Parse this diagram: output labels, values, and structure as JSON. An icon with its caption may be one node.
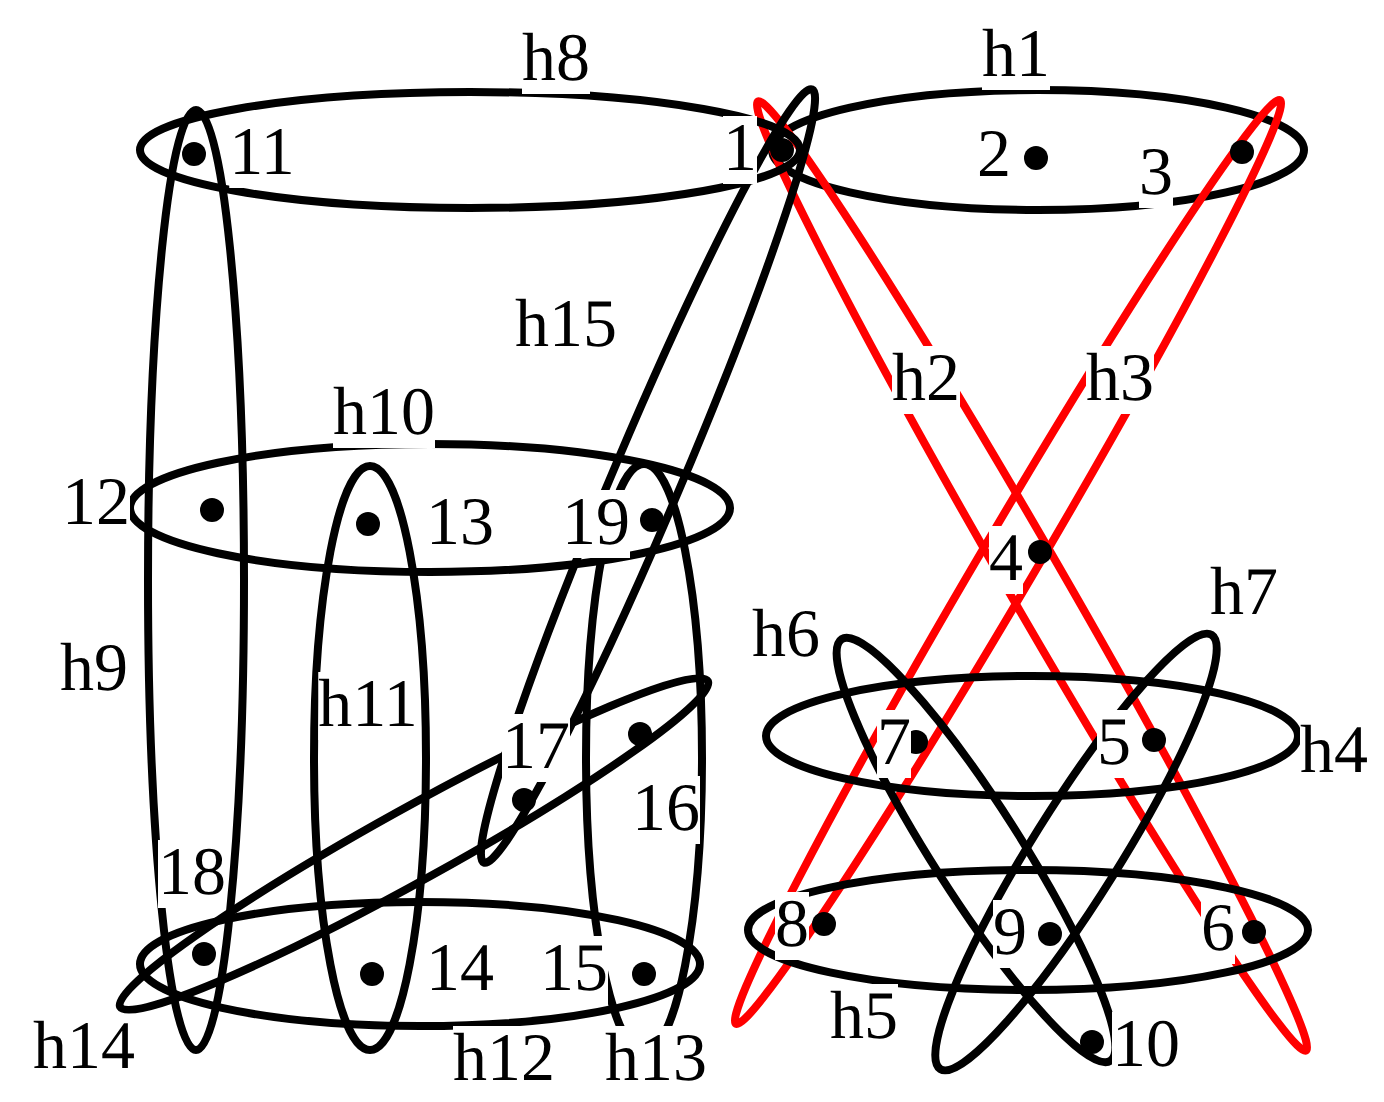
{
  "diagram": {
    "nodes": [
      {
        "text": [
          "h1"
        ]
      },
      {
        "text": [
          "h2"
        ]
      },
      {
        "text": [
          "h3"
        ]
      },
      {
        "text": [
          "h4"
        ]
      },
      {
        "text": [
          "h5"
        ]
      },
      {
        "text": [
          "h6"
        ]
      },
      {
        "text": [
          "h7"
        ]
      },
      {
        "text": [
          "h8"
        ]
      },
      {
        "text": [
          "h9"
        ]
      },
      {
        "text": [
          "h10"
        ]
      },
      {
        "text": [
          "h11"
        ]
      },
      {
        "text": [
          "h12"
        ]
      },
      {
        "text": [
          "h13"
        ]
      },
      {
        "text": [
          "h14"
        ]
      },
      {
        "text": [
          "h15"
        ]
      },
      {
        "text": [
          "1"
        ]
      },
      {
        "text": [
          "2"
        ]
      },
      {
        "text": [
          "3"
        ]
      },
      {
        "text": [
          "4"
        ]
      },
      {
        "text": [
          "5"
        ]
      },
      {
        "text": [
          "6"
        ]
      },
      {
        "text": [
          "7"
        ]
      },
      {
        "text": [
          "8"
        ]
      },
      {
        "text": [
          "9"
        ]
      },
      {
        "text": [
          "10"
        ]
      },
      {
        "text": [
          "11"
        ]
      },
      {
        "text": [
          "12"
        ]
      },
      {
        "text": [
          "13"
        ]
      },
      {
        "text": [
          "14"
        ]
      },
      {
        "text": [
          "15"
        ]
      },
      {
        "text": [
          "16"
        ]
      },
      {
        "text": [
          "17"
        ]
      },
      {
        "text": [
          "18"
        ]
      },
      {
        "text": [
          "19"
        ]
      }
    ]
  }
}
